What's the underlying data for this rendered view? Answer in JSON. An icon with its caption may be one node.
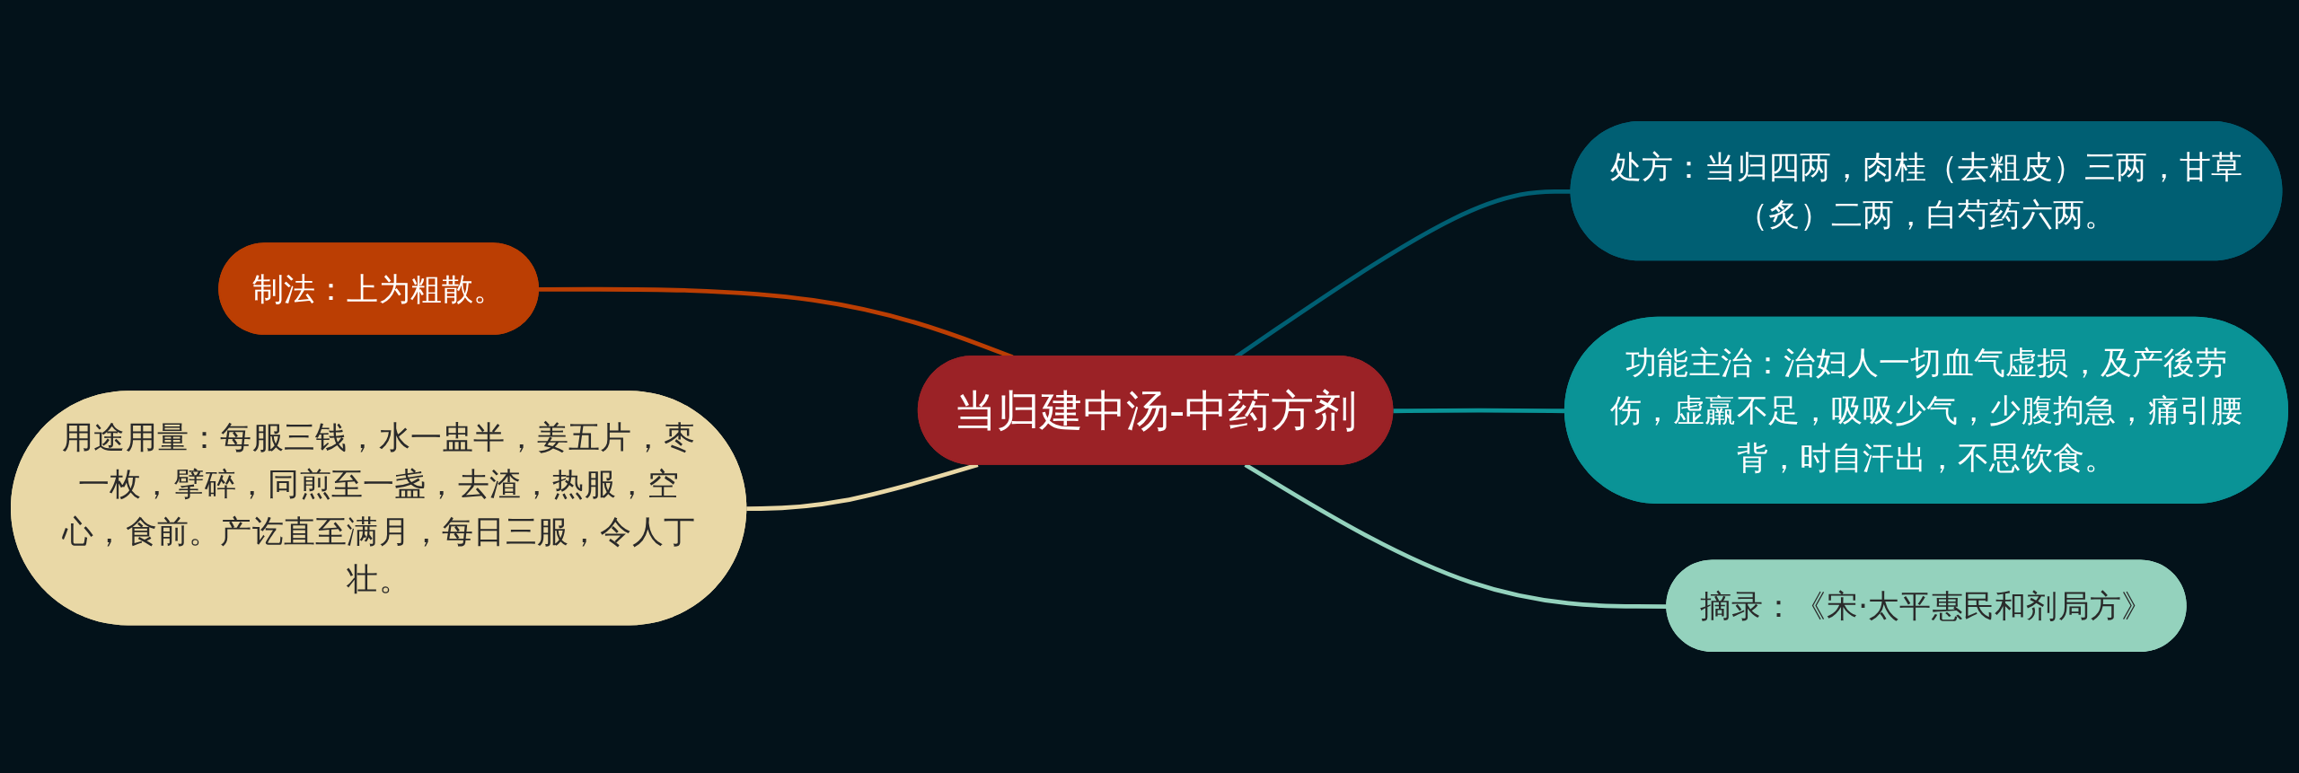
{
  "diagram": {
    "nodes": [
      {
        "text": [
          "当归建中汤-中药方剂"
        ]
      },
      {
        "text": [
          "制法：上为粗散。"
        ]
      },
      {
        "text": [
          "用途用量：每服三钱，水一盅半，姜五片，枣一枚，擘碎，同煎至一盏，去渣，热服，空心，食前。产讫直至满月，每日三服，令人丁壮。"
        ]
      },
      {
        "text": [
          "处方：当归四两，肉桂（去粗皮）三两，甘草（炙）二两，白芍药六两。"
        ]
      },
      {
        "text": [
          "功能主治：治妇人一切血气虚损，及产後劳伤，虚羸不足，吸吸少气，少腹拘急，痛引腰背，时自汗出，不思饮食。"
        ]
      },
      {
        "text": [
          "摘录：《宋·太平惠民和剂局方》"
        ]
      }
    ],
    "edges": [
      {
        "from": 0,
        "to": 1,
        "arrow": "none",
        "color": "#bb3e03"
      },
      {
        "from": 0,
        "to": 2,
        "arrow": "none",
        "color": "#e9d8a6"
      },
      {
        "from": 0,
        "to": 3,
        "arrow": "none",
        "color": "#005f73"
      },
      {
        "from": 0,
        "to": 4,
        "arrow": "none",
        "color": "#0a9396"
      },
      {
        "from": 0,
        "to": 5,
        "arrow": "none",
        "color": "#94d2bd"
      }
    ]
  }
}
